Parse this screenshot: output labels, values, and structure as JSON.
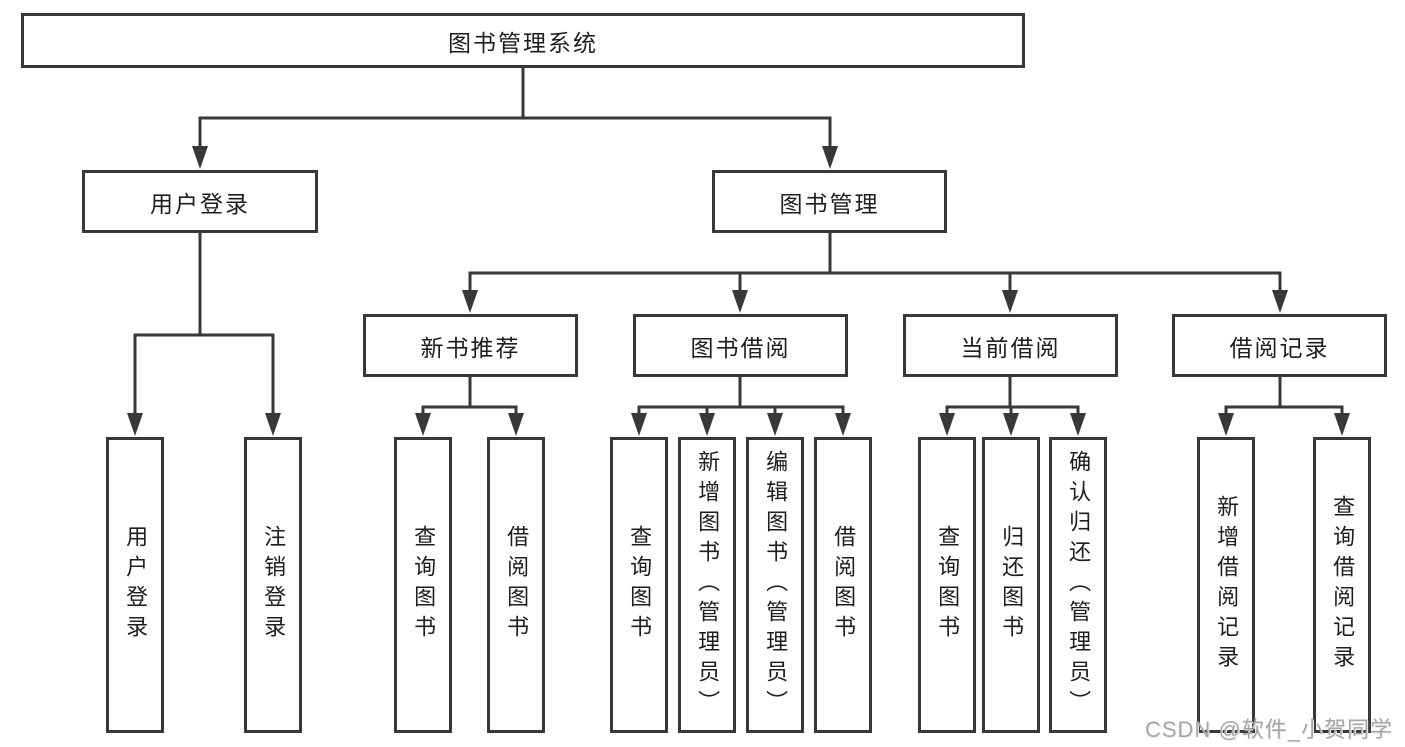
{
  "title": "图书管理系统",
  "tree": {
    "root": {
      "label": "图书管理系统"
    },
    "branches": [
      {
        "label": "用户登录",
        "children": [
          {
            "label": "用户登录"
          },
          {
            "label": "注销登录"
          }
        ]
      },
      {
        "label": "图书管理",
        "children": [
          {
            "label": "新书推荐",
            "children": [
              {
                "label": "查询图书"
              },
              {
                "label": "借阅图书"
              }
            ]
          },
          {
            "label": "图书借阅",
            "children": [
              {
                "label": "查询图书"
              },
              {
                "label": "新增图书（管理员）"
              },
              {
                "label": "编辑图书（管理员）"
              },
              {
                "label": "借阅图书"
              }
            ]
          },
          {
            "label": "当前借阅",
            "children": [
              {
                "label": "查询图书"
              },
              {
                "label": "归还图书"
              },
              {
                "label": "确认归还（管理员）"
              }
            ]
          },
          {
            "label": "借阅记录",
            "children": [
              {
                "label": "新增借阅记录"
              },
              {
                "label": "查询借阅记录"
              }
            ]
          }
        ]
      }
    ]
  },
  "watermark": "CSDN @软件_小贺同学",
  "colors": {
    "line": "#383838",
    "box_border": "#383838",
    "text": "#1e1e1e",
    "watermark": "#a6a6a6",
    "background": "#ffffff"
  }
}
